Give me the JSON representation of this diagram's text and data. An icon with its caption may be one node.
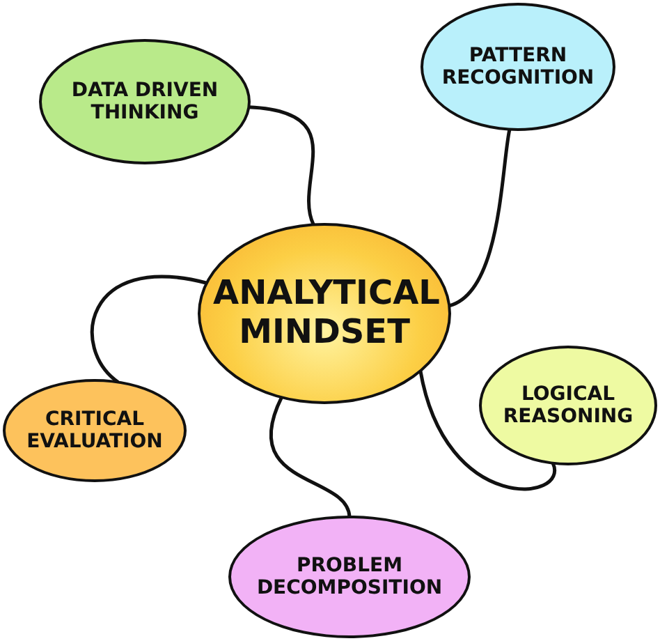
{
  "diagram": {
    "nodes": [
      {
        "text": [
          "ANALYTICAL MINDSET"
        ]
      },
      {
        "text": [
          "DATA DRIVEN THINKING"
        ]
      },
      {
        "text": [
          "PATTERN RECOGNITION"
        ]
      },
      {
        "text": [
          "LOGICAL REASONING"
        ]
      },
      {
        "text": [
          "CRITICAL EVALUATION"
        ]
      },
      {
        "text": [
          "PROBLEM DECOMPOSITION"
        ]
      }
    ],
    "edges": [
      {
        "from": 0,
        "to": 1,
        "arrow": "none"
      },
      {
        "from": 0,
        "to": 2,
        "arrow": "none"
      },
      {
        "from": 0,
        "to": 3,
        "arrow": "none"
      },
      {
        "from": 0,
        "to": 4,
        "arrow": "none"
      },
      {
        "from": 0,
        "to": 5,
        "arrow": "none"
      }
    ]
  }
}
